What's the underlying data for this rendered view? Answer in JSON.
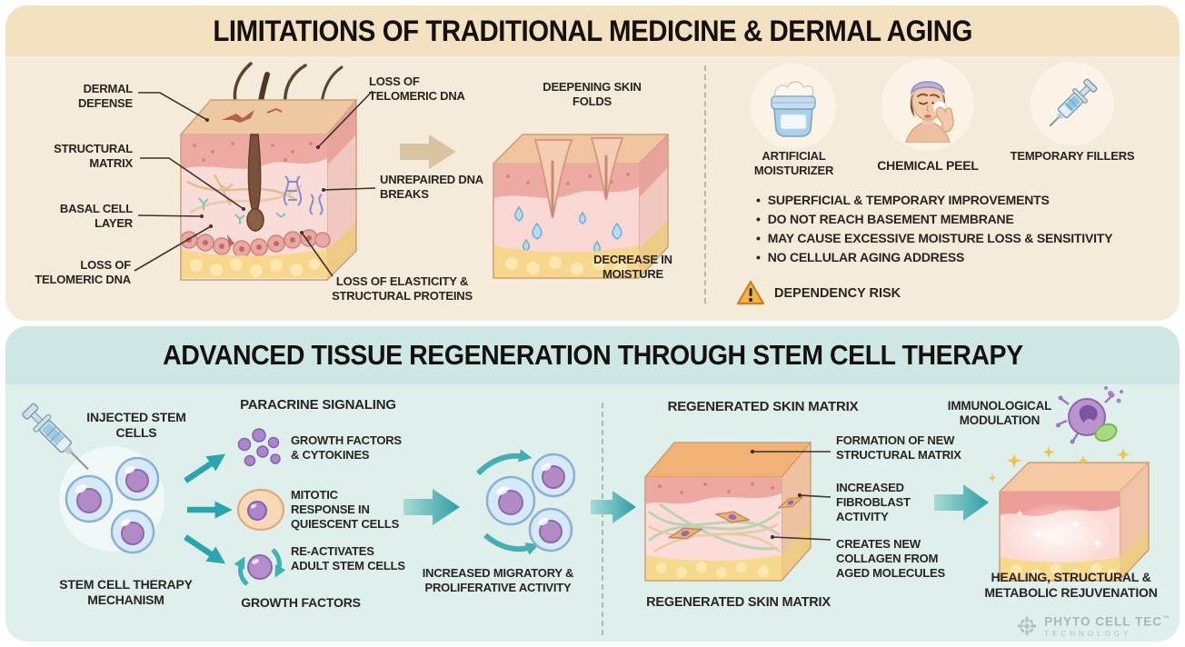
{
  "colors": {
    "top_header_bg": "#f3e1c2",
    "top_body_bg": "#f5ebda",
    "bottom_header_bg": "#cde8e4",
    "bottom_body_bg": "#dff0ec",
    "text": "#2a2421",
    "teal_arrow": "#2ba4ad",
    "tan_arrow": "#d9c3a3",
    "warning_yellow": "#f5b43e"
  },
  "top": {
    "title": "LIMITATIONS OF TRADITIONAL MEDICINE & DERMAL AGING",
    "aged_skin_labels": {
      "dermal_defense": "DERMAL DEFENSE",
      "structural_matrix": "STRUCTURAL MATRIX",
      "basal_cell_layer": "BASAL CELL LAYER",
      "loss_of_telomeric_dna_bottom": "LOSS OF TELOMERIC DNA",
      "loss_of_telomeric_dna_top": "LOSS OF TELOMERIC DNA",
      "unrepaired_dna_breaks": "UNREPAIRED DNA BREAKS",
      "loss_of_elasticity": "LOSS OF ELASTICITY & STRUCTURAL PROTEINS"
    },
    "wrinkle_labels": {
      "deepening_skin_folds": "DEEPENING SKIN FOLDS",
      "decrease_in_moisture": "DECREASE IN MOISTURE"
    },
    "treatments": [
      {
        "icon": "moisturizer-jar-icon",
        "label": "ARTIFICIAL MOISTURIZER"
      },
      {
        "icon": "chemical-peel-face-icon",
        "label": "CHEMICAL PEEL"
      },
      {
        "icon": "filler-syringe-icon",
        "label": "TEMPORARY FILLERS"
      }
    ],
    "drawbacks": [
      "SUPERFICIAL & TEMPORARY IMPROVEMENTS",
      "DO NOT REACH BASEMENT MEMBRANE",
      "MAY CAUSE EXCESSIVE MOISTURE LOSS & SENSITIVITY",
      "NO CELLULAR AGING ADDRESS"
    ],
    "warning_label": "DEPENDENCY RISK"
  },
  "bottom": {
    "title": "ADVANCED TISSUE REGENERATION THROUGH STEM CELL THERAPY",
    "injection": {
      "label_top": "INJECTED STEM CELLS",
      "label_bottom": "STEM CELL THERAPY MECHANISM"
    },
    "paracrine": {
      "header": "PARACRINE SIGNALING",
      "items": [
        {
          "icon": "growth-factor-dots-icon",
          "label": "GROWTH FACTORS & CYTOKINES"
        },
        {
          "icon": "quiescent-cell-icon",
          "label": "MITOTIC RESPONSE IN QUIESCENT CELLS"
        },
        {
          "icon": "reactivation-cycle-icon",
          "label": "RE-ACTIVATES ADULT STEM CELLS"
        }
      ],
      "footer": "GROWTH FACTORS"
    },
    "migration_label": "INCREASED MIGRATORY & PROLIFERATIVE ACTIVITY",
    "regenerated": {
      "header": "REGENERATED SKIN MATRIX",
      "callouts": [
        "FORMATION OF NEW STRUCTURAL MATRIX",
        "INCREASED FIBROBLAST ACTIVITY",
        "CREATES NEW COLLAGEN FROM AGED MOLECULES"
      ],
      "footer": "REGENERATED SKIN MATRIX"
    },
    "outcome": {
      "label_top": "IMMUNOLOGICAL MODULATION",
      "label_bottom": "HEALING, STRUCTURAL & METABOLIC REJUVENATION"
    },
    "logo": {
      "brand": "PHYTO CELL TEC",
      "tm": "™",
      "subtitle": "TECHNOLOGY"
    }
  }
}
